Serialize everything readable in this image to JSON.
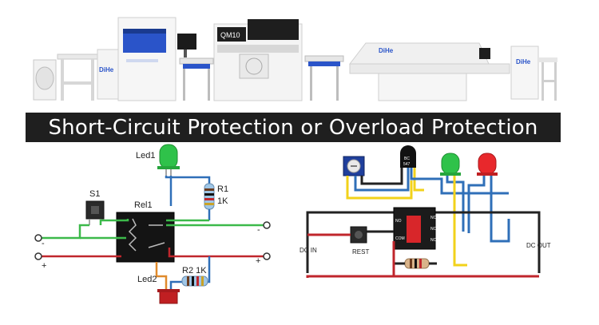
{
  "title": "Short-Circuit Protection or Overload Protection",
  "banner": {
    "machine_brand": "DiHe",
    "machine_model": "QM10"
  },
  "left_circuit": {
    "led1": "Led1",
    "r1": "R1",
    "r1_value": "1K",
    "s1": "S1",
    "rel1": "Rel1",
    "minus_left": "-",
    "plus_left": "+",
    "minus_right": "-",
    "plus_right": "+",
    "led2": "Led2",
    "r2": "R2 1K"
  },
  "right_circuit": {
    "transistor_line1": "BC",
    "transistor_line2": "547",
    "dc_in": "DC IN",
    "rest": "REST",
    "dc_out": "DC OUT",
    "relay_pins": [
      "NC",
      "NO",
      "COM",
      "NC",
      "NO"
    ]
  },
  "colors": {
    "title_bg": "#1f1f1f",
    "wire_red": "#c0262c",
    "wire_green": "#3cb94a",
    "wire_blue": "#2f6fb8",
    "wire_yellow": "#f2d21a",
    "wire_black": "#222222"
  }
}
